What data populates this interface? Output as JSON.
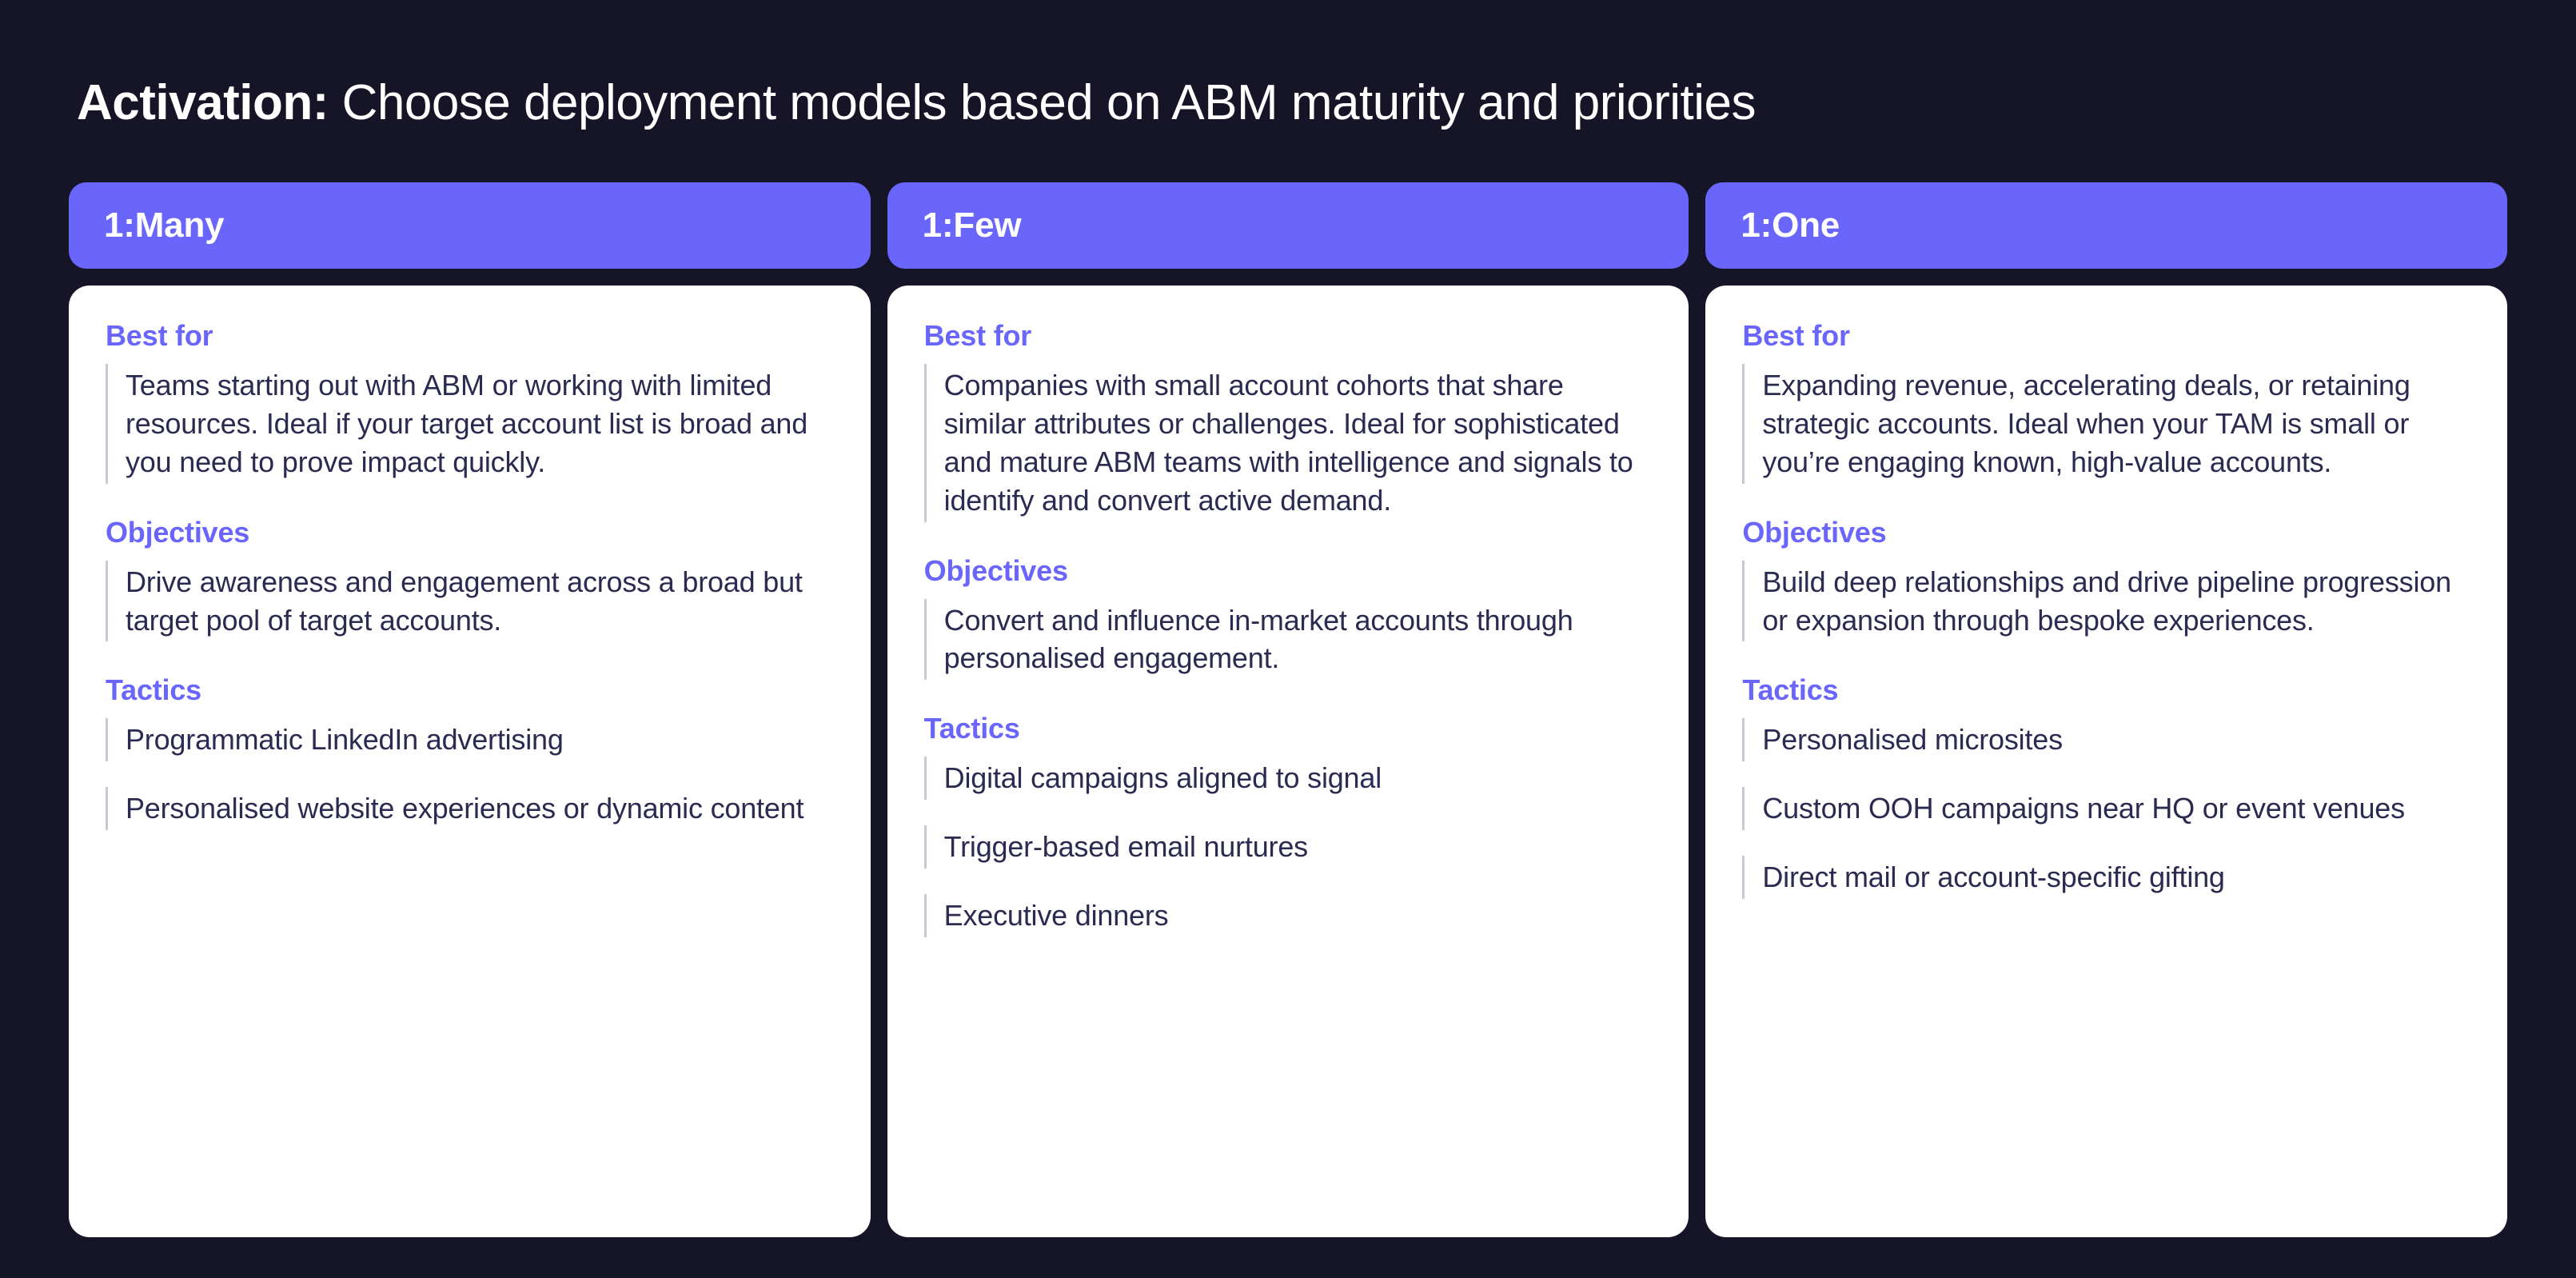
{
  "slide": {
    "title_strong": "Activation:",
    "title_rest": " Choose deployment models based on ABM maturity and priorities",
    "background_color": "#161527",
    "accent_color": "#6A66FB",
    "card_color": "#ffffff",
    "body_text_color": "#2B2A50"
  },
  "columns": [
    {
      "header": "1:Many",
      "sections": [
        {
          "title": "Best for",
          "entries": [
            "Teams starting out with ABM or working with limited resources. Ideal if your target account list is broad and you need to prove impact quickly."
          ]
        },
        {
          "title": "Objectives",
          "entries": [
            "Drive awareness and engagement across a broad but target pool of target accounts."
          ]
        },
        {
          "title": "Tactics",
          "entries": [
            "Programmatic LinkedIn advertising",
            "Personalised website experiences or dynamic content"
          ]
        }
      ]
    },
    {
      "header": "1:Few",
      "sections": [
        {
          "title": "Best for",
          "entries": [
            "Companies with small account cohorts that share similar attributes or challenges. Ideal for sophisticated and mature ABM teams with intelligence and signals to identify and convert active demand."
          ]
        },
        {
          "title": "Objectives",
          "entries": [
            "Convert and influence in-market accounts through personalised engagement."
          ]
        },
        {
          "title": "Tactics",
          "entries": [
            "Digital campaigns aligned to signal",
            "Trigger-based email nurtures",
            "Executive dinners"
          ]
        }
      ]
    },
    {
      "header": "1:One",
      "sections": [
        {
          "title": "Best for",
          "entries": [
            "Expanding revenue, accelerating deals, or retaining strategic accounts. Ideal when your TAM is small or you’re engaging known, high-value accounts."
          ]
        },
        {
          "title": "Objectives",
          "entries": [
            "Build deep relationships and drive pipeline progression or expansion through bespoke experiences."
          ]
        },
        {
          "title": "Tactics",
          "entries": [
            "Personalised microsites",
            "Custom OOH campaigns near HQ or event venues",
            "Direct mail or account-specific gifting"
          ]
        }
      ]
    }
  ]
}
